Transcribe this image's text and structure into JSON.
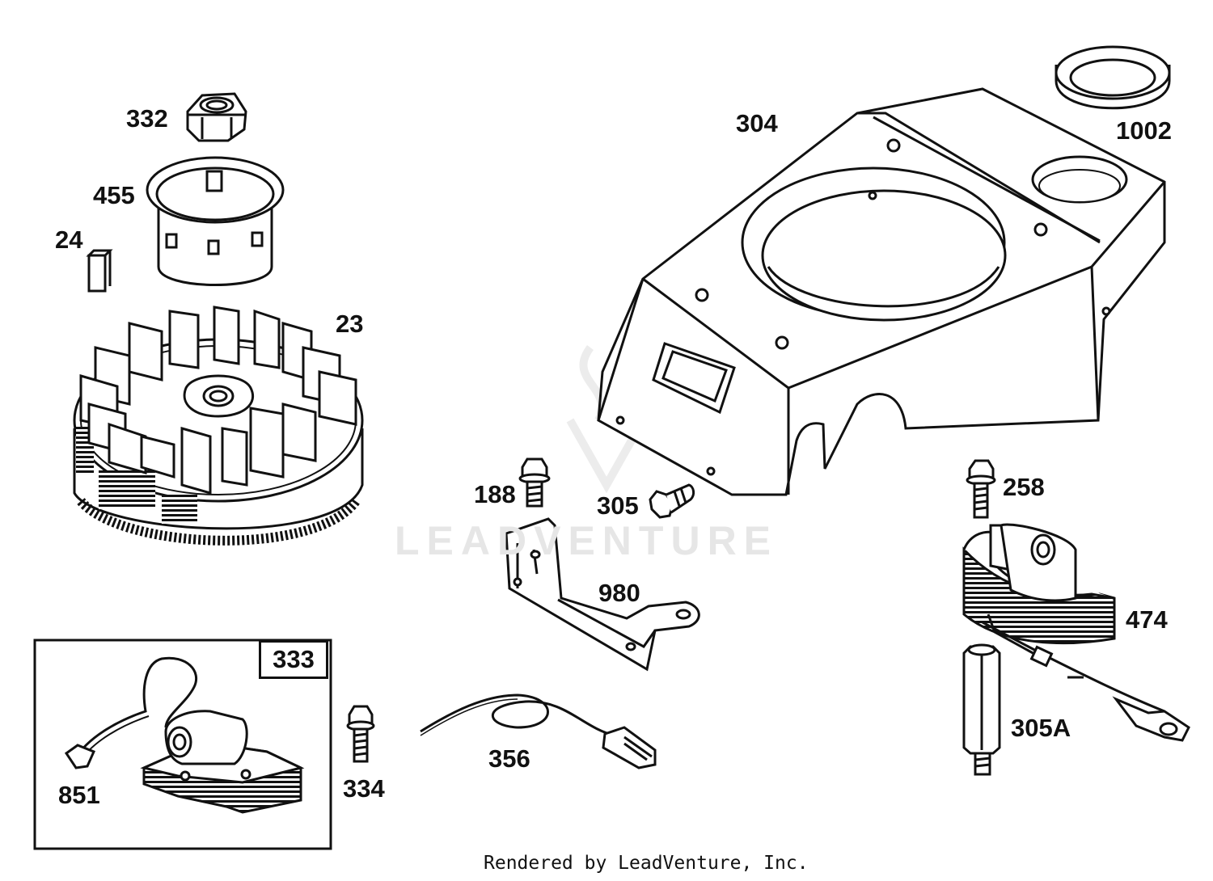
{
  "diagram": {
    "callouts": {
      "p332": "332",
      "p455": "455",
      "p24": "24",
      "p23": "23",
      "p304": "304",
      "p1002": "1002",
      "p188": "188",
      "p305": "305",
      "p258": "258",
      "p980": "980",
      "p474": "474",
      "p333": "333",
      "p851": "851",
      "p334": "334",
      "p356": "356",
      "p305A": "305A"
    },
    "watermark": "LEADVENTURE",
    "footer": "Rendered by LeadVenture, Inc."
  }
}
